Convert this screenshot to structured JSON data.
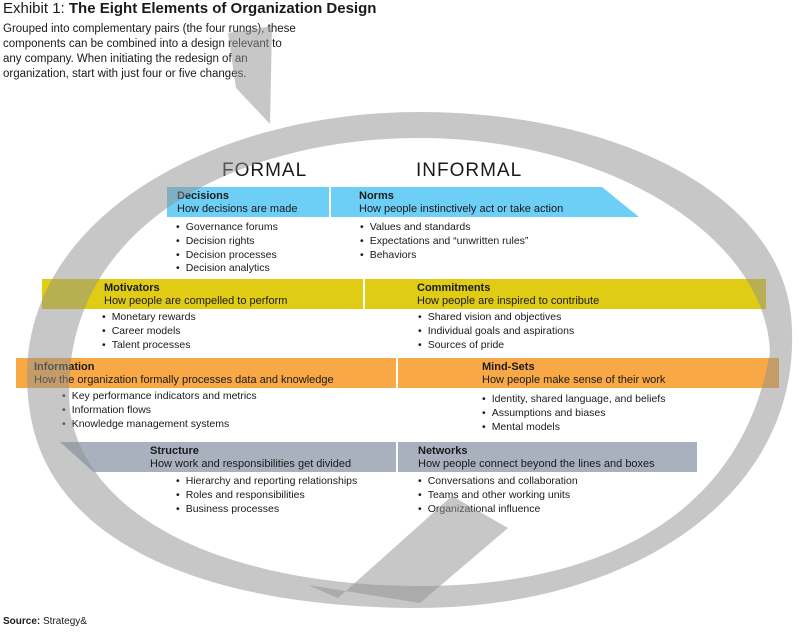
{
  "title": {
    "prefix": "Exhibit 1: ",
    "main": "The Eight Elements of Organization Design"
  },
  "intro": "Grouped into complementary pairs (the four rungs), these components can be combined into a design relevant to any company. When initiating the redesign of an organization, start with just four or five changes.",
  "columns": {
    "formal": "FORMAL",
    "informal": "INFORMAL"
  },
  "elements": {
    "decisions": {
      "name": "Decisions",
      "desc": "How decisions are made",
      "items": [
        "Governance forums",
        "Decision rights",
        "Decision processes",
        "Decision analytics"
      ]
    },
    "norms": {
      "name": "Norms",
      "desc": "How people instinctively act or take action",
      "items": [
        "Values and standards",
        "Expectations and “unwritten rules”",
        "Behaviors"
      ]
    },
    "motivators": {
      "name": "Motivators",
      "desc": "How people are compelled to perform",
      "items": [
        "Monetary rewards",
        "Career models",
        "Talent processes"
      ]
    },
    "commitments": {
      "name": "Commitments",
      "desc": "How people are inspired to contribute",
      "items": [
        "Shared vision and objectives",
        "Individual goals and aspirations",
        "Sources of pride"
      ]
    },
    "information": {
      "name": "Information",
      "desc": "How the organization formally processes data and knowledge",
      "items": [
        "Key performance indicators and metrics",
        "Information flows",
        "Knowledge management systems"
      ]
    },
    "mindsets": {
      "name": "Mind-Sets",
      "desc": "How people make sense of their work",
      "items": [
        "Identity, shared language, and beliefs",
        "Assumptions and biases",
        "Mental models"
      ]
    },
    "structure": {
      "name": "Structure",
      "desc": "How work and responsibilities get divided",
      "items": [
        "Hierarchy and reporting relationships",
        "Roles and responsibilities",
        "Business processes"
      ]
    },
    "networks": {
      "name": "Networks",
      "desc": "How people connect beyond the lines and boxes",
      "items": [
        "Conversations and collaboration",
        "Teams and other working units",
        "Organizational influence"
      ]
    }
  },
  "colors": {
    "decisions_rung": "#6dcff6",
    "motivators_rung": "#e0cc14",
    "information_rung": "#f8a945",
    "structure_rung": "#a9b1bf",
    "ribbon": "#8f8f8f"
  },
  "source": {
    "label": "Source:",
    "text": " Strategy&"
  }
}
